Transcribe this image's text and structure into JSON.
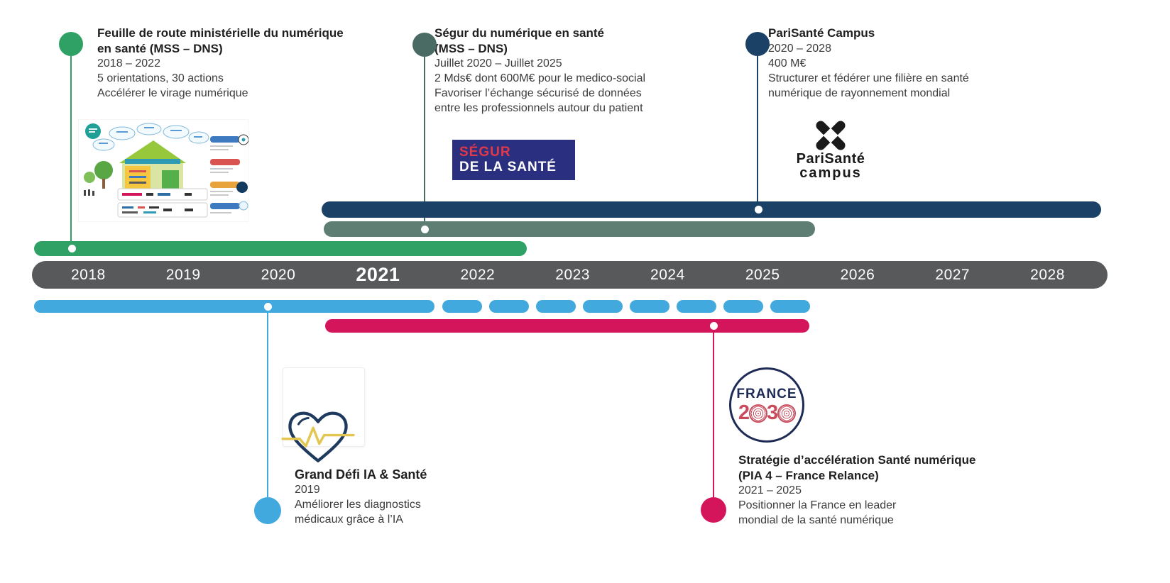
{
  "colors": {
    "green": "#2FA164",
    "teal": "#5E7E73",
    "teal_dark": "#4A6B64",
    "navy": "#1B4266",
    "gray_bar": "#58595B",
    "blue": "#41A9DE",
    "crimson": "#D4155C",
    "segur_bg": "#2B2F80",
    "segur_red": "#E0394A",
    "f2030_navy": "#1E2B56",
    "f2030_red": "#C94B5B",
    "heart_navy": "#1E3A5F",
    "pulse_yellow": "#E2C64F",
    "text_dark": "#1F1F1F",
    "text_body": "#3C3C3C",
    "year_text": "#FFFFFF"
  },
  "timeline": {
    "years": [
      "2018",
      "2019",
      "2020",
      "2021",
      "2022",
      "2023",
      "2024",
      "2025",
      "2026",
      "2027",
      "2028"
    ],
    "highlighted_year": "2021"
  },
  "bars": [
    {
      "label": "PariSanté Campus",
      "color": "#1B4266",
      "start": "2020",
      "end": "2028",
      "style": "solid",
      "marker_year": "2025"
    },
    {
      "label": "Ségur du numérique en santé",
      "color": "#5E7E73",
      "start": "Juillet 2020",
      "end": "Juillet 2025",
      "style": "solid",
      "marker_year": "2021"
    },
    {
      "label": "Feuille de route ministérielle du numérique en santé",
      "color": "#2FA164",
      "start": "2018",
      "end": "2022",
      "style": "solid",
      "marker_year": "2018"
    },
    {
      "label": "Grand Défi IA & Santé",
      "color": "#41A9DE",
      "start": "2018",
      "end": "2025",
      "style": "solid puis pointillé",
      "marker_year": "2020"
    },
    {
      "label": "Stratégie d'accélération Santé numérique",
      "color": "#D4155C",
      "start": "2021",
      "end": "2025",
      "style": "solid",
      "marker_year": "2024"
    }
  ],
  "events": {
    "feuille": {
      "title_line1": "Feuille de route ministérielle du numérique",
      "title_line2": "en santé (MSS – DNS)",
      "period": "2018 – 2022",
      "detail1": "5 orientations, 30 actions",
      "detail2": "Accélérer le virage numérique"
    },
    "segur": {
      "title_line1": "Ségur du numérique en santé",
      "title_line2": "(MSS – DNS)",
      "period": "Juillet 2020 – Juillet 2025",
      "detail1": "2 Mds€ dont 600M€ pour le medico-social",
      "detail2": "Favoriser l’échange sécurisé de données",
      "detail3": "entre les professionnels autour du patient",
      "logo_line1": "SÉGUR",
      "logo_line2": "DE LA SANTÉ"
    },
    "parisante": {
      "title": "PariSanté Campus",
      "period": "2020 – 2028",
      "budget": "400 M€",
      "detail1": "Structurer et fédérer une filière en santé",
      "detail2": "numérique de rayonnement mondial",
      "logo_word1": "PariSanté",
      "logo_word2": "campus"
    },
    "grand_defi": {
      "title": "Grand Défi IA & Santé",
      "period": "2019",
      "detail1": "Améliorer les diagnostics",
      "detail2": "médicaux grâce à l’IA"
    },
    "strategie": {
      "title_line1": "Stratégie d’accélération Santé numérique",
      "title_line2": "(PIA 4 – France Relance)",
      "period": "2021 – 2025",
      "detail1": "Positionner la France en leader",
      "detail2": "mondial de la santé numérique",
      "logo_word": "FRANCE",
      "logo_year": "2030",
      "logo_year_parts": [
        "2",
        "3"
      ]
    }
  },
  "icons": {
    "roadmap_thumbnail": "roadmap-infographic-icon",
    "segur_logo": "segur-de-la-sante-logo",
    "parisante_logo": "parisante-x-cross-icon",
    "heart": "heart-pulse-icon",
    "france2030": "france-2030-badge"
  }
}
